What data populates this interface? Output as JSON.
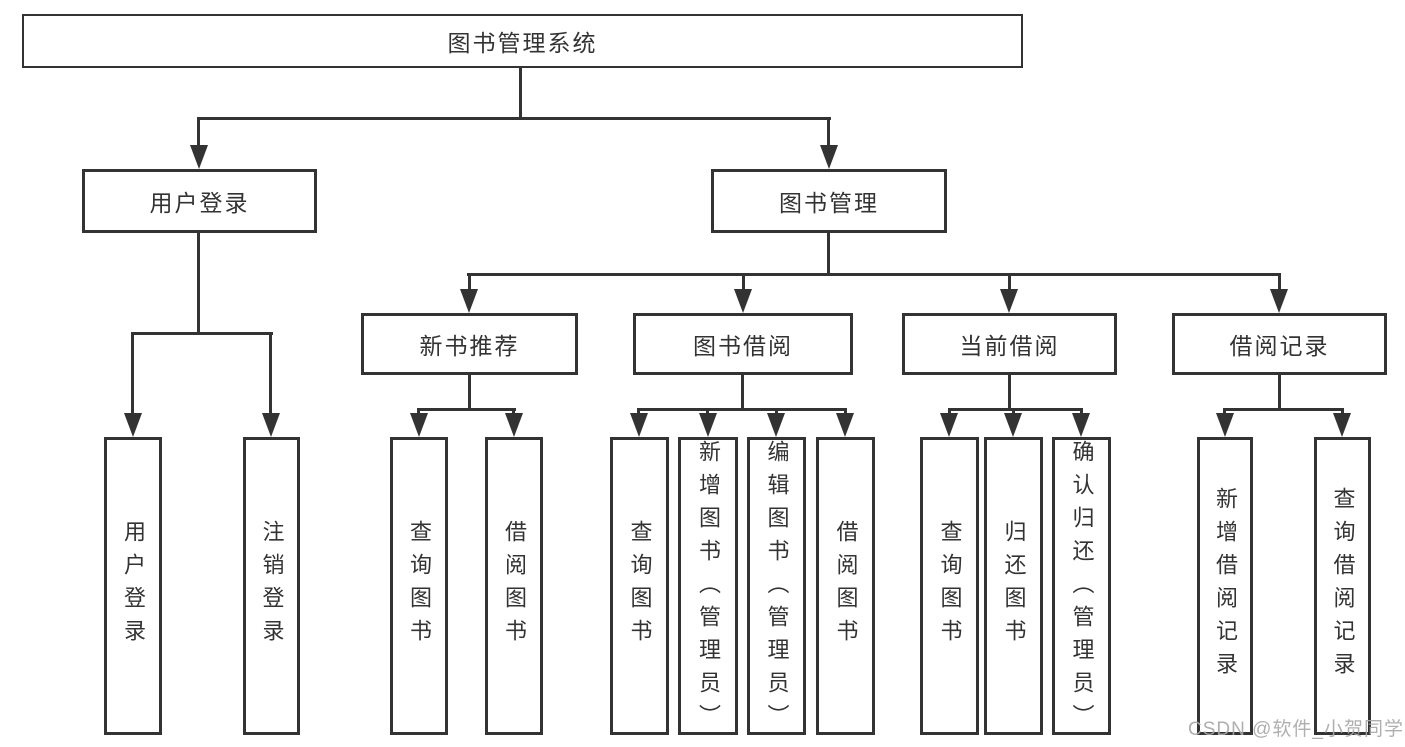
{
  "tree": {
    "label": "图书管理系统",
    "children": [
      {
        "label": "用户登录",
        "children": [
          {
            "label": "用户登录"
          },
          {
            "label": "注销登录"
          }
        ]
      },
      {
        "label": "图书管理",
        "children": [
          {
            "label": "新书推荐",
            "children": [
              {
                "label": "查询图书"
              },
              {
                "label": "借阅图书"
              }
            ]
          },
          {
            "label": "图书借阅",
            "children": [
              {
                "label": "查询图书"
              },
              {
                "label": "新增图书（管理员）"
              },
              {
                "label": "编辑图书（管理员）"
              },
              {
                "label": "借阅图书"
              }
            ]
          },
          {
            "label": "当前借阅",
            "children": [
              {
                "label": "查询图书"
              },
              {
                "label": "归还图书"
              },
              {
                "label": "确认归还（管理员）"
              }
            ]
          },
          {
            "label": "借阅记录",
            "children": [
              {
                "label": "新增借阅记录"
              },
              {
                "label": "查询借阅记录"
              }
            ]
          }
        ]
      }
    ]
  },
  "watermark": {
    "text": "CSDN @软件_小贺同学"
  },
  "colors": {
    "line": "#333333",
    "text": "#333333",
    "background": "#ffffff",
    "watermark": "#aaaaaa"
  }
}
